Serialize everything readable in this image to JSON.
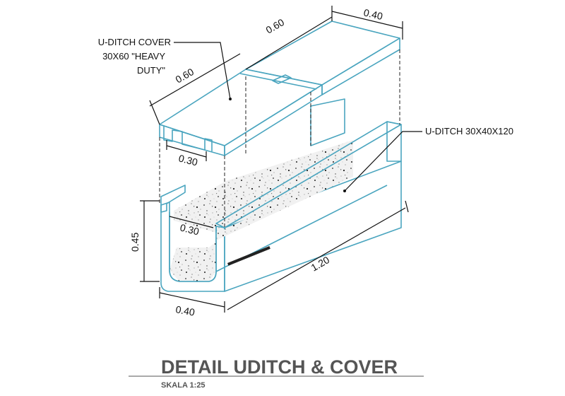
{
  "labels": {
    "cover": [
      "U-DITCH COVER",
      "30X60 \"HEAVY",
      "DUTY\""
    ],
    "ditch": "U-DITCH 30X40X120"
  },
  "dimensions": {
    "cover_top_length": "0.60",
    "cover_top_width": "0.40",
    "cover_left_length": "0.60",
    "cover_slot_width": "0.30",
    "ditch_inner_width": "0.30",
    "ditch_height": "0.45",
    "ditch_width": "0.40",
    "ditch_length": "1.20"
  },
  "title": {
    "main": "DETAIL UDITCH & COVER",
    "scale": "SKALA 1:25"
  },
  "colors": {
    "edge": "#4aa5bf",
    "concrete": "#efefef",
    "cover_top": "#9a9a9a",
    "title": "#555555"
  }
}
